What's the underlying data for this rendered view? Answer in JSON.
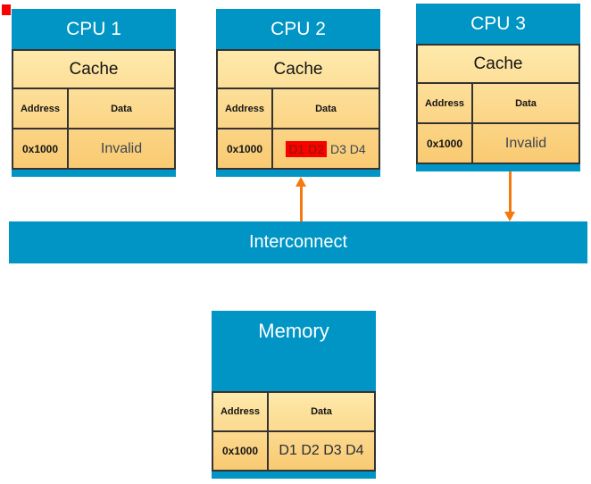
{
  "title": "Cache coherence diagram",
  "colors": {
    "box_blue": "#0095c4",
    "cell_gradient_top": "#fee9ab",
    "cell_gradient_bottom": "#f9ca72",
    "border_dark": "#333333",
    "connector_orange": "#f5790f",
    "highlight_red": "#fc0000",
    "highlight_text": "#7c2000"
  },
  "cpus": [
    {
      "title": "CPU 1",
      "cache_label": "Cache",
      "col_address": "Address",
      "col_data": "Data",
      "address": "0x1000",
      "data": "Invalid"
    },
    {
      "title": "CPU 2",
      "cache_label": "Cache",
      "col_address": "Address",
      "col_data": "Data",
      "address": "0x1000",
      "data_highlighted": "D1 D2",
      "data_rest": "D3 D4"
    },
    {
      "title": "CPU 3",
      "cache_label": "Cache",
      "col_address": "Address",
      "col_data": "Data",
      "address": "0x1000",
      "data": "Invalid"
    }
  ],
  "interconnect": {
    "label": "Interconnect"
  },
  "memory": {
    "title": "Memory",
    "col_address": "Address",
    "col_data": "Data",
    "address": "0x1000",
    "data": "D1 D2 D3 D4"
  },
  "connections": [
    {
      "from": "interconnect",
      "to": "cpu2",
      "arrow_direction": "up"
    },
    {
      "from": "cpu3",
      "to": "interconnect",
      "arrow_direction": "down"
    }
  ]
}
